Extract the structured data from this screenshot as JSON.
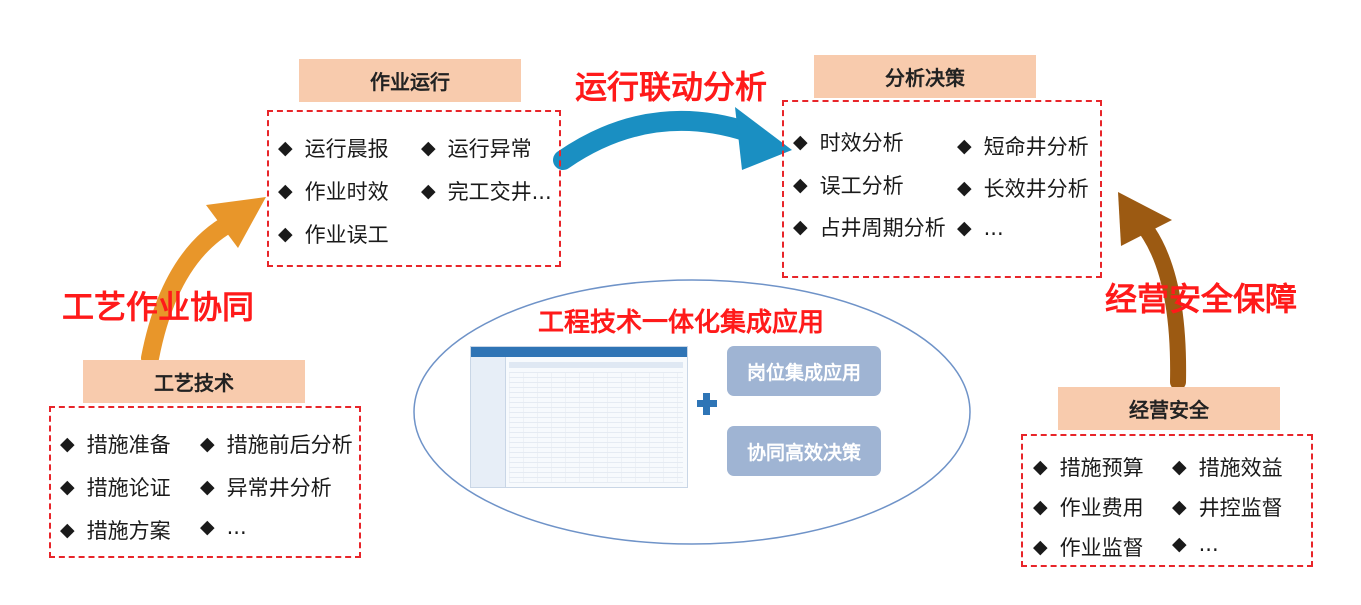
{
  "arrow_labels": {
    "top": "运行联动分析",
    "left": "工艺作业协同",
    "right": "经营安全保障"
  },
  "center_title": "工程技术一体化集成应用",
  "center_pills": {
    "top": "岗位集成应用",
    "bottom": "协同高效决策"
  },
  "plus_symbol": "+",
  "bullet": "◆",
  "zuoye": {
    "title": "作业运行",
    "items": [
      "运行晨报",
      "运行异常",
      "作业时效",
      "完工交井...",
      "作业误工"
    ]
  },
  "fenxi": {
    "title": "分析决策",
    "items": [
      "时效分析",
      "短命井分析",
      "误工分析",
      "长效井分析",
      "占井周期分析",
      "..."
    ]
  },
  "gongyi": {
    "title": "工艺技术",
    "items": [
      "措施准备",
      "措施前后分析",
      "措施论证",
      "异常井分析",
      "措施方案",
      "..."
    ]
  },
  "jingying": {
    "title": "经营安全",
    "items": [
      "措施预算",
      "措施效益",
      "作业费用",
      "井控监督",
      "作业监督",
      "..."
    ]
  },
  "colors": {
    "header_bg": "#f8cbad",
    "dashed_border": "#e8252a",
    "label_red": "#ff1a1a",
    "arrow_blue": "#1a8fc2",
    "arrow_orange": "#e8962a",
    "arrow_brown": "#9c5a12",
    "pill_bg": "#9fb4d3",
    "plus_blue": "#2e75b6"
  }
}
